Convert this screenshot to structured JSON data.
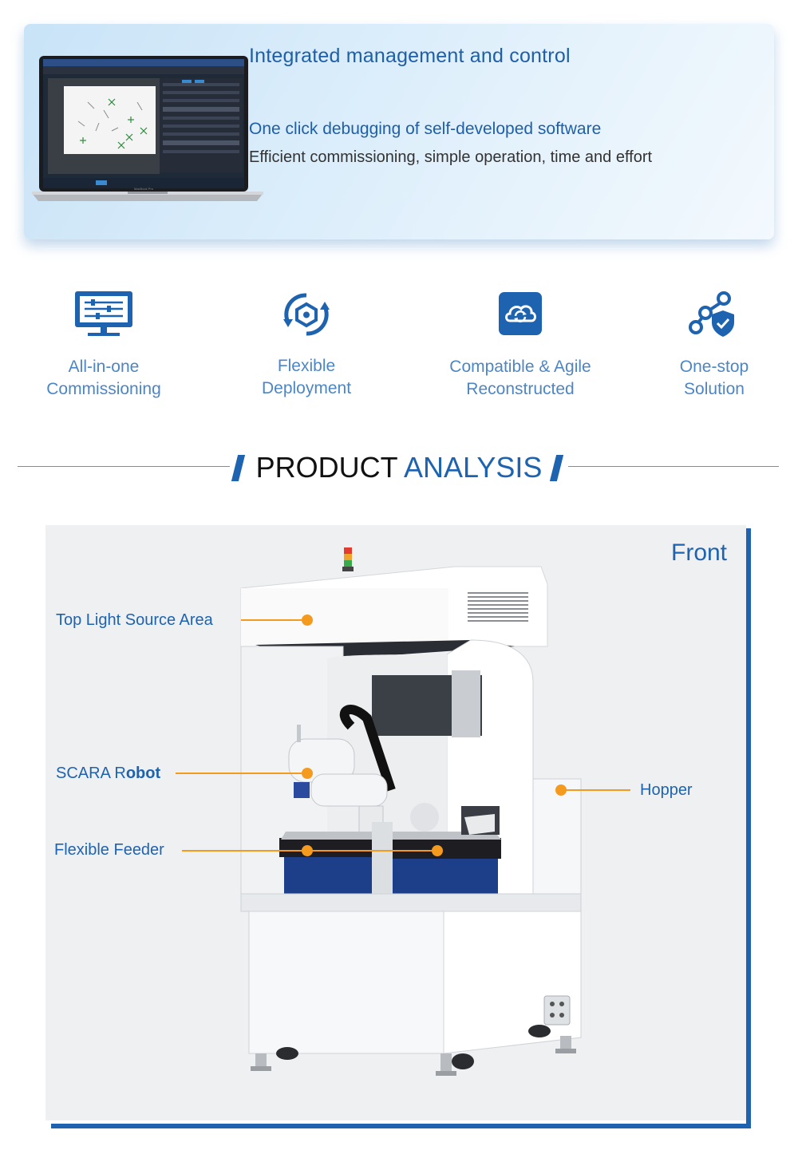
{
  "hero": {
    "title": "Integrated management and control",
    "subtitle": "One click debugging of self-developed software",
    "description": "Efficient commissioning, simple operation, time and effort",
    "laptop_brand": "MacBook Pro"
  },
  "features": [
    {
      "line1": "All-in-one",
      "line2": "Commissioning",
      "icon": "monitor-sliders-icon"
    },
    {
      "line1": "Flexible",
      "line2": "Deployment",
      "icon": "hexagon-refresh-icon"
    },
    {
      "line1": "Compatible & Agile",
      "line2": "Reconstructed",
      "icon": "cloud-sync-icon"
    },
    {
      "line1": "One-stop",
      "line2": "Solution",
      "icon": "network-shield-icon"
    }
  ],
  "section": {
    "title_part1": "PRODUCT",
    "title_part2": "ANALYSIS"
  },
  "product": {
    "view_label": "Front",
    "callouts": {
      "top_light": "Top Light Source Area",
      "scara_prefix": "SCARA R",
      "scara_suffix": "obot",
      "feeder": "Flexible Feeder",
      "hopper": "Hopper"
    }
  },
  "colors": {
    "primary_blue": "#1e63b0",
    "light_blue_text": "#4d86c4",
    "accent_orange": "#f39a1f",
    "panel_bg": "#eef0f2"
  }
}
